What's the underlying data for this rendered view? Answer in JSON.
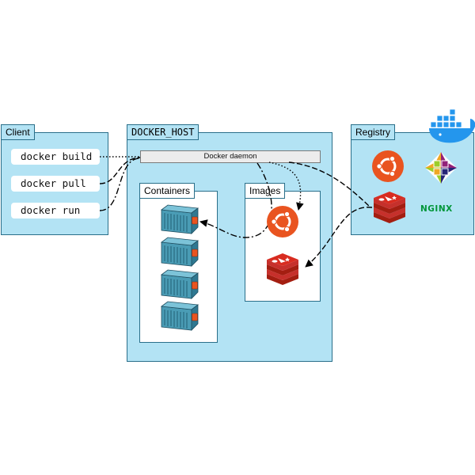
{
  "panels": {
    "client": {
      "label": "Client"
    },
    "host": {
      "label": "DOCKER_HOST"
    },
    "registry": {
      "label": "Registry"
    },
    "containers": {
      "label": "Containers"
    },
    "images": {
      "label": "Images"
    }
  },
  "commands": [
    {
      "label": "docker build"
    },
    {
      "label": "docker pull"
    },
    {
      "label": "docker run"
    }
  ],
  "daemon": {
    "label": "Docker daemon"
  },
  "registry_items": {
    "nginx_label": "NGINX"
  },
  "colors": {
    "panel_fill": "#b3e3f4",
    "panel_border": "#2a6f8a",
    "ubuntu_orange": "#e95420",
    "redis_red": "#c6302b",
    "nginx_green": "#009639",
    "docker_blue": "#2496ed",
    "container_teal": "#3e8aa3"
  },
  "icons": [
    "docker-whale-icon",
    "ubuntu-icon",
    "redis-icon",
    "centos-icon",
    "container-icon"
  ]
}
